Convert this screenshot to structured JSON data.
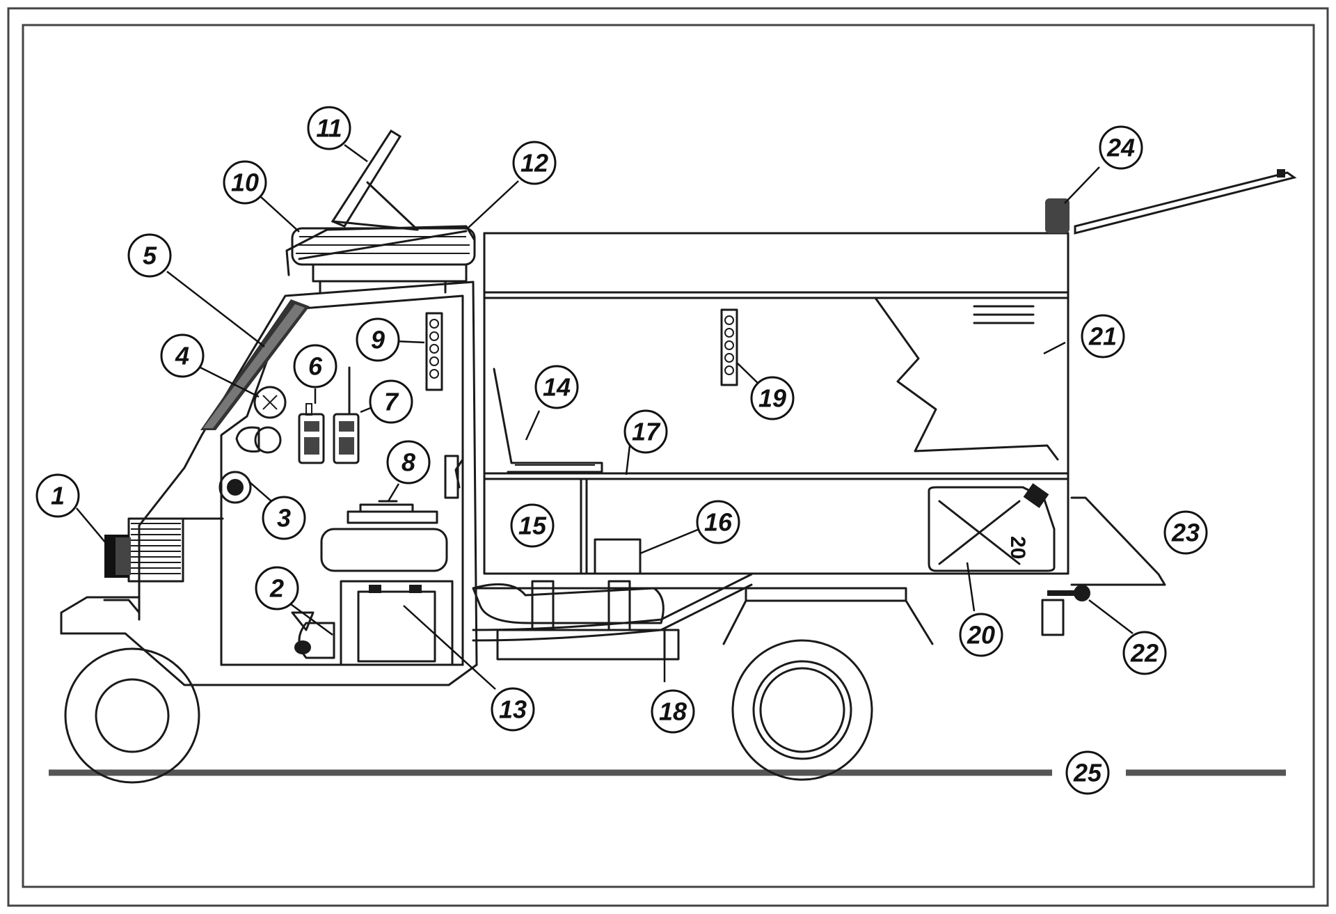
{
  "callouts": [
    {
      "label": "1"
    },
    {
      "label": "2"
    },
    {
      "label": "3"
    },
    {
      "label": "4"
    },
    {
      "label": "5"
    },
    {
      "label": "6"
    },
    {
      "label": "7"
    },
    {
      "label": "8"
    },
    {
      "label": "9"
    },
    {
      "label": "10"
    },
    {
      "label": "11"
    },
    {
      "label": "12"
    },
    {
      "label": "13"
    },
    {
      "label": "14"
    },
    {
      "label": "15"
    },
    {
      "label": "16"
    },
    {
      "label": "17"
    },
    {
      "label": "18"
    },
    {
      "label": "19"
    },
    {
      "label": "20"
    },
    {
      "label": "21"
    },
    {
      "label": "22"
    },
    {
      "label": "23"
    },
    {
      "label": "24"
    },
    {
      "label": "25"
    }
  ],
  "jerrycan": {
    "text": "20"
  },
  "colors": {
    "line": "#1a1a1a",
    "background": "#ffffff",
    "road": "#555555"
  }
}
